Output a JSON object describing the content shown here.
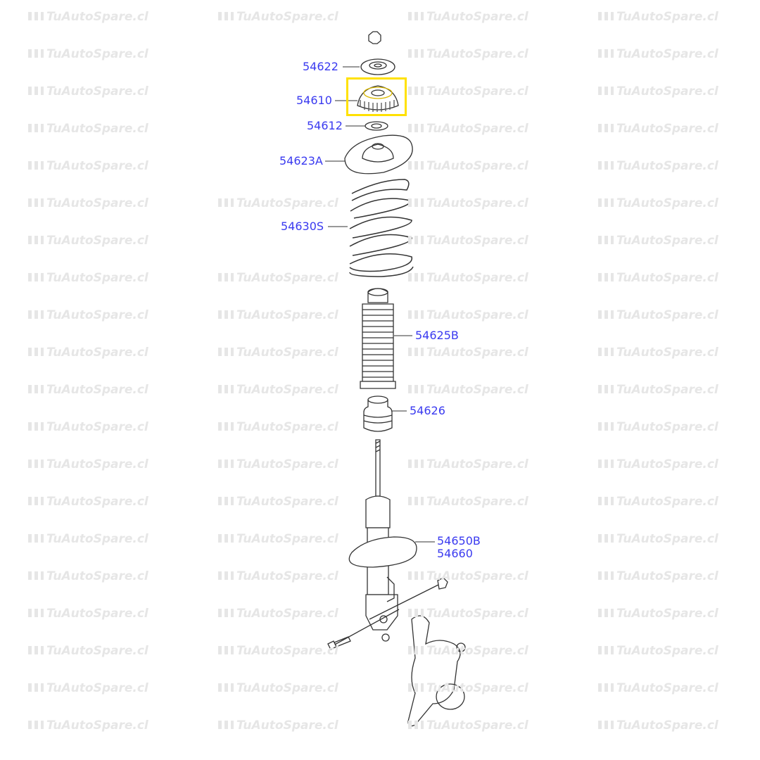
{
  "watermark": "TuAutoSpare.cl",
  "highlight_color": "#ffe100",
  "label_color": "#3a3af0",
  "highlighted_part": "54610",
  "parts": [
    {
      "id": "nut",
      "label": ""
    },
    {
      "id": "p54622",
      "label": "54622"
    },
    {
      "id": "p54610",
      "label": "54610"
    },
    {
      "id": "p54612",
      "label": "54612"
    },
    {
      "id": "p54623A",
      "label": "54623A"
    },
    {
      "id": "p54630S",
      "label": "54630S"
    },
    {
      "id": "p54625B",
      "label": "54625B"
    },
    {
      "id": "p54626",
      "label": "54626"
    },
    {
      "id": "p54650B",
      "label": "54650B"
    },
    {
      "id": "p54660",
      "label": "54660"
    }
  ]
}
